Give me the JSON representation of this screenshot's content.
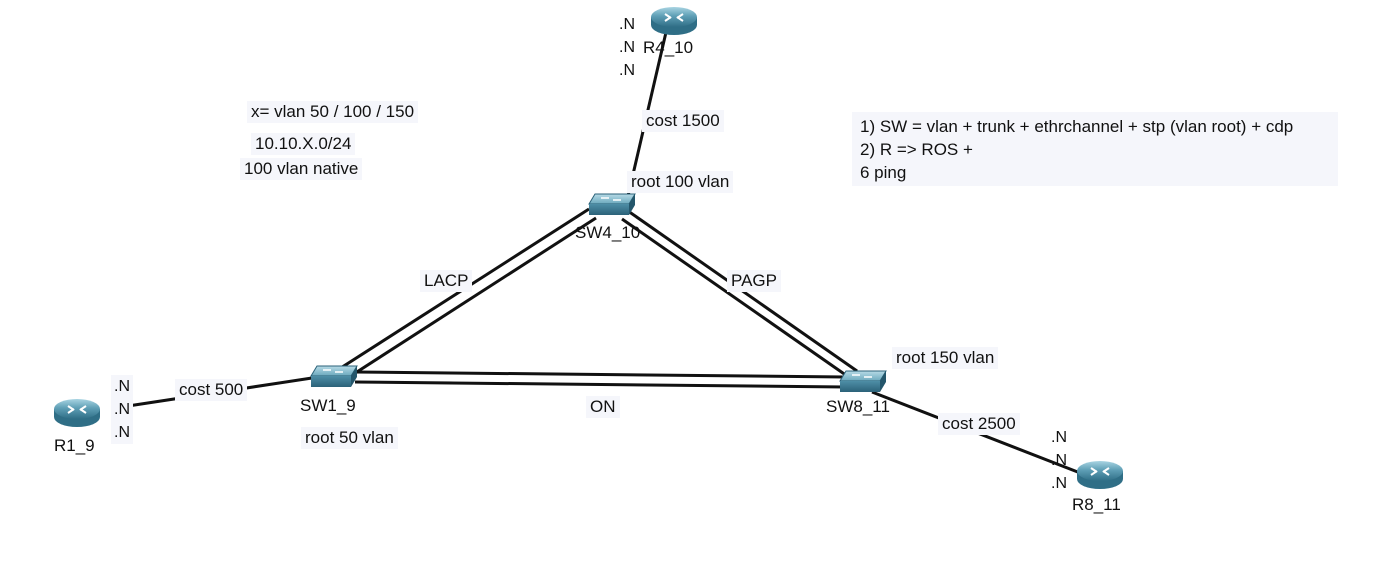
{
  "notes": {
    "x_vlans": "x= vlan 50 / 100 / 150",
    "subnet": "10.10.X.0/24",
    "native_vlan": "100 vlan native",
    "tasks": [
      "1) SW = vlan + trunk + ethrchannel + stp (vlan root) + cdp",
      "2) R => ROS +",
      "6 ping"
    ]
  },
  "devices": {
    "r4": {
      "label": "R4_10",
      "icon": "router-icon"
    },
    "r1": {
      "label": "R1_9",
      "icon": "router-icon"
    },
    "r8": {
      "label": "R8_11",
      "icon": "router-icon"
    },
    "sw4": {
      "label": "SW4_10",
      "icon": "switch-icon"
    },
    "sw1": {
      "label": "SW1_9",
      "icon": "switch-icon"
    },
    "sw8": {
      "label": "SW8_11",
      "icon": "switch-icon"
    }
  },
  "links": {
    "sw4_r4_cost": "cost 1500",
    "sw1_r1_cost": "cost 500",
    "sw8_r8_cost": "cost 2500",
    "sw1_sw4_channel": "LACP",
    "sw4_sw8_channel": "PAGP",
    "sw1_sw8_channel": "ON"
  },
  "roots": {
    "sw4": "root 100 vlan",
    "sw1": "root 50 vlan",
    "sw8": "root 150 vlan"
  },
  "ports": {
    "r4": [
      ".N",
      ".N",
      ".N"
    ],
    "r1": [
      ".N",
      ".N",
      ".N"
    ],
    "r8": [
      ".N",
      ".N",
      ".N"
    ]
  },
  "colors": {
    "device_fill": "#4f8fa8",
    "device_top": "#9cc8d8",
    "link": "#111111",
    "label_bg": "#f5f6fb"
  }
}
